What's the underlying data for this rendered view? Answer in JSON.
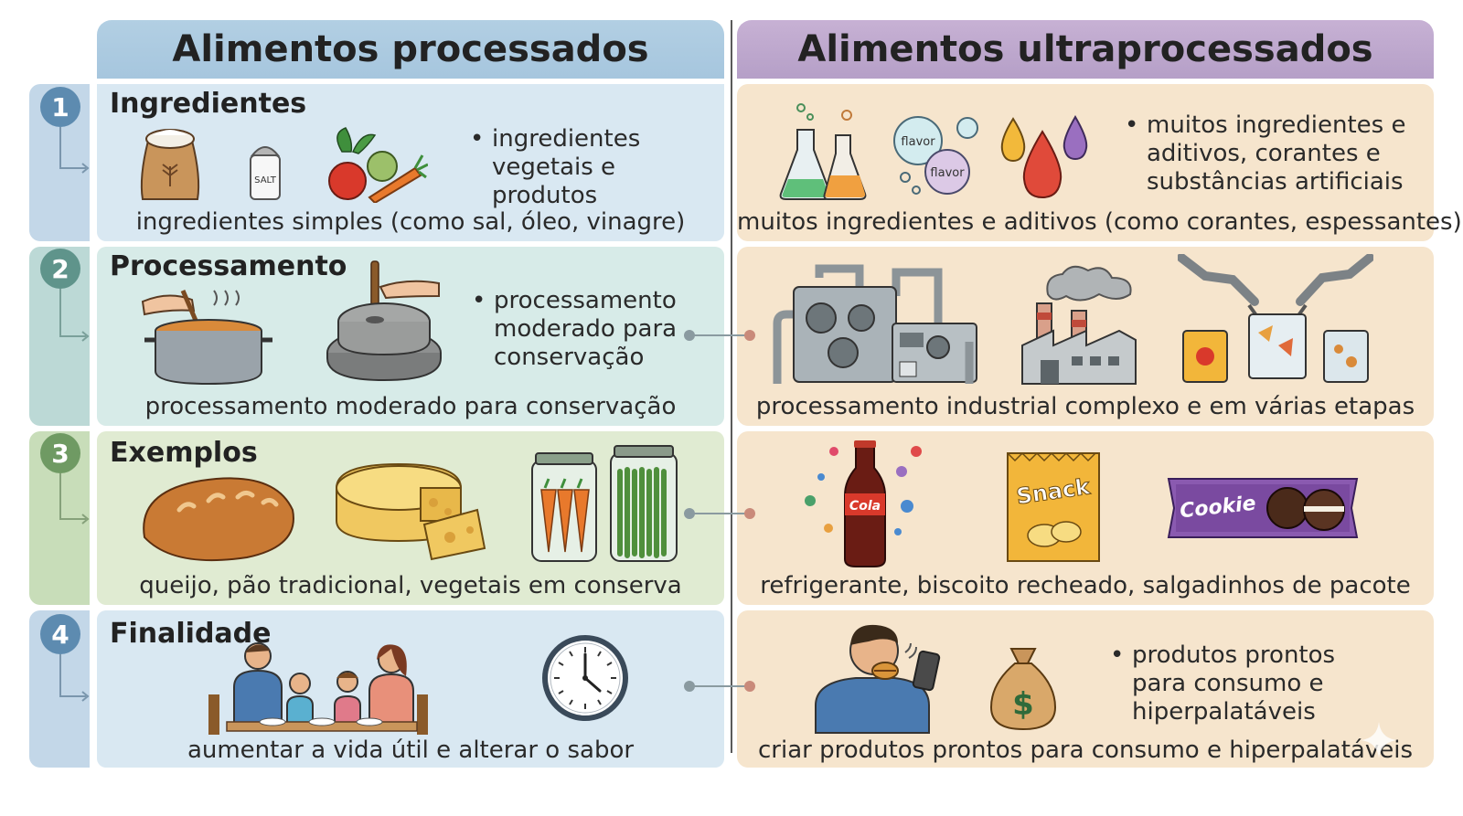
{
  "headers": {
    "left": "Alimentos processados",
    "right": "Alimentos ultraprocessados"
  },
  "rows": [
    {
      "number": "1",
      "title": "Ingredientes",
      "left_bullet": "ingredientes vegetais e produtos",
      "left_caption": "ingredientes simples (como sal, óleo, vinagre)",
      "right_bullet": "muitos ingredientes e aditivos, corantes e substâncias artificiais",
      "right_caption": "muitos ingredientes e aditivos (como corantes, espessantes)",
      "strip_color": "#c3d7e8",
      "panel_color": "#d9e8f2"
    },
    {
      "number": "2",
      "title": "Processamento",
      "left_bullet": "processamento moderado para conservação",
      "left_caption": "processamento moderado para conservação",
      "right_caption": "processamento industrial complexo e em várias etapas",
      "strip_color": "#bcd9d6",
      "panel_color": "#d7ebe8"
    },
    {
      "number": "3",
      "title": "Exemplos",
      "left_caption": "queijo, pão tradicional, vegetais em conserva",
      "right_caption": "refrigerante, biscoito recheado, salgadinhos de pacote",
      "strip_color": "#c8ddb9",
      "panel_color": "#e0ebd2"
    },
    {
      "number": "4",
      "title": "Finalidade",
      "left_caption": "aumentar a vida útil e alterar o sabor",
      "right_bullet": "produtos prontos para consumo e hiperpalatáveis",
      "right_caption": "criar produtos prontos para consumo e hiperpalatáveis",
      "strip_color": "#c3d7e8",
      "panel_color": "#d9e8f2"
    }
  ],
  "icon_labels": {
    "salt": "SALT",
    "flavor_1": "flavor",
    "flavor_2": "flavor",
    "cola": "Cola",
    "snack": "Snack",
    "cookie": "Cookie"
  },
  "colors": {
    "number_badges": [
      "#5d8bb0",
      "#5f948b",
      "#6f9a63",
      "#5d8bb0"
    ],
    "link_dot": "#c98a7a"
  }
}
